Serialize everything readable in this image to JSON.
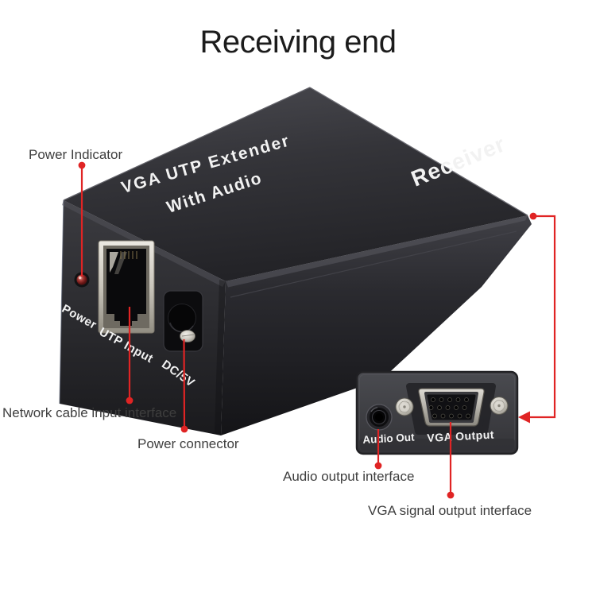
{
  "title": "Receiving end",
  "device": {
    "top_text_line1": "VGA UTP Extender",
    "top_text_line2": "With Audio",
    "side_text": "Receiver",
    "front_panel": {
      "power_led_label": "Power",
      "utp_port_label": "UTP Input",
      "dc_jack_label": "DC/5V"
    }
  },
  "rear_panel": {
    "audio_jack_label": "Audio Out",
    "vga_port_label": "VGA Output"
  },
  "annotations": {
    "power_indicator": "Power Indicator",
    "network_cable_input": "Network cable input interface",
    "power_connector": "Power connector",
    "audio_output": "Audio output interface",
    "vga_signal_output": "VGA signal output interface"
  },
  "colors": {
    "background": "#ffffff",
    "annotation_red": "#e02424",
    "label_text": "#3e3e3e",
    "title_text": "#1c1c1c",
    "device_body_dark": "#2b2b2f",
    "device_text_white": "#f2f2f2",
    "metal_silver": "#c9c5bb"
  }
}
